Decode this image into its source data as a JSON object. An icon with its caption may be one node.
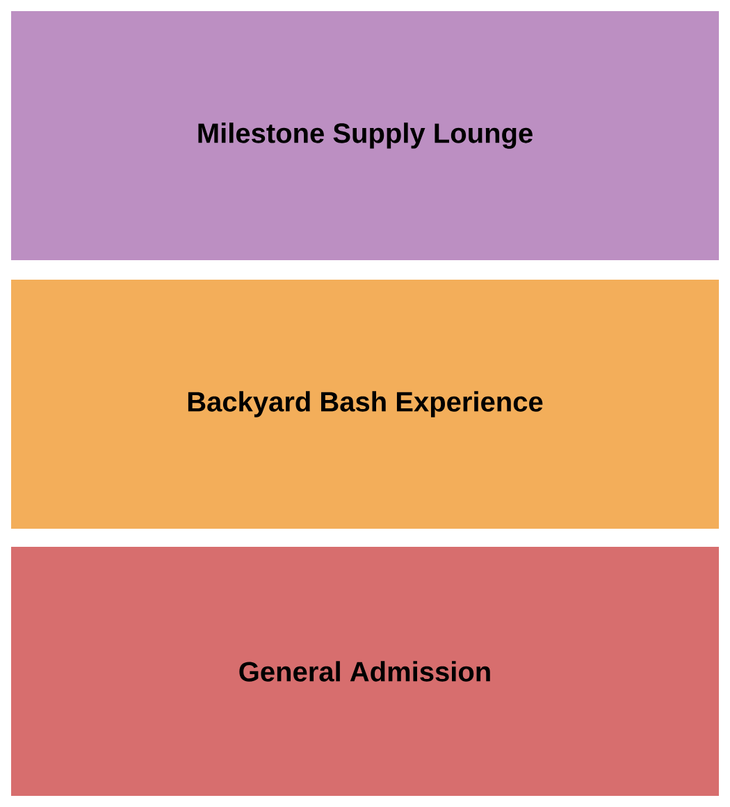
{
  "diagram": {
    "nodes": [
      {
        "text": [
          "Milestone Supply Lounge"
        ]
      },
      {
        "text": [
          "Backyard Bash Experience"
        ]
      },
      {
        "text": [
          "General Admission"
        ]
      }
    ]
  }
}
